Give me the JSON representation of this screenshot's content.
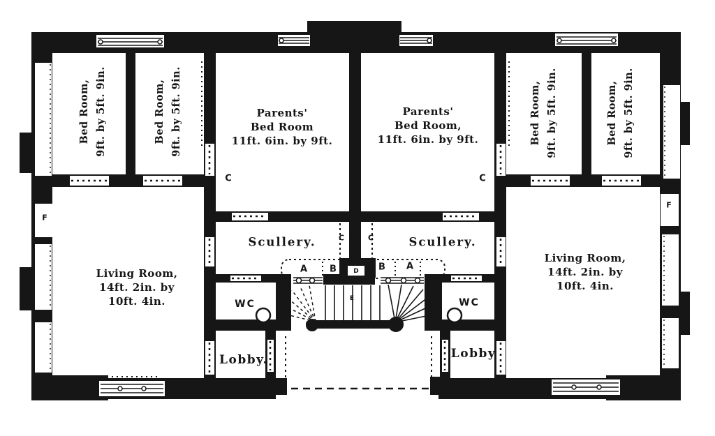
{
  "rooms": {
    "bed_left_outer": {
      "name": "Bed Room,",
      "dims": "9ft. by 5ft. 9in."
    },
    "bed_left_inner": {
      "name": "Bed Room,",
      "dims": "9ft. by 5ft. 9in."
    },
    "bed_right_inner": {
      "name": "Bed Room,",
      "dims": "9ft. by 5ft. 9in."
    },
    "bed_right_outer": {
      "name": "Bed Room,",
      "dims": "9ft. by 5ft. 9in."
    },
    "parents_left": {
      "line1": "Parents'",
      "line2": "Bed  Room",
      "line3": "11ft. 6in. by 9ft."
    },
    "parents_right": {
      "line1": "Parents'",
      "line2": "Bed Room,",
      "line3": "11ft. 6in. by 9ft."
    },
    "living_left": {
      "line1": "Living Room,",
      "line2": "14ft. 2in. by",
      "line3": "10ft. 4in."
    },
    "living_right": {
      "line1": "Living Room,",
      "line2": "14ft. 2in. by",
      "line3": "10ft. 4in."
    },
    "scullery_left": {
      "name": "Scullery."
    },
    "scullery_right": {
      "name": "Scullery."
    },
    "wc_left": {
      "name": "WC"
    },
    "wc_right": {
      "name": "WC"
    },
    "lobby_left": {
      "name": "Lobby."
    },
    "lobby_right": {
      "name": "Lobby"
    }
  },
  "markers": {
    "c_parents_left": "C",
    "c_parents_right": "C",
    "c_scullery_left": "C",
    "c_scullery_right": "C",
    "a_left": "A",
    "b_left": "B",
    "d_center": "D",
    "b_right": "B",
    "a_right": "A",
    "e_stairs": "E",
    "f_left": "F",
    "f_right": "F"
  },
  "colors": {
    "ink": "#161616",
    "paper": "#ffffff"
  }
}
